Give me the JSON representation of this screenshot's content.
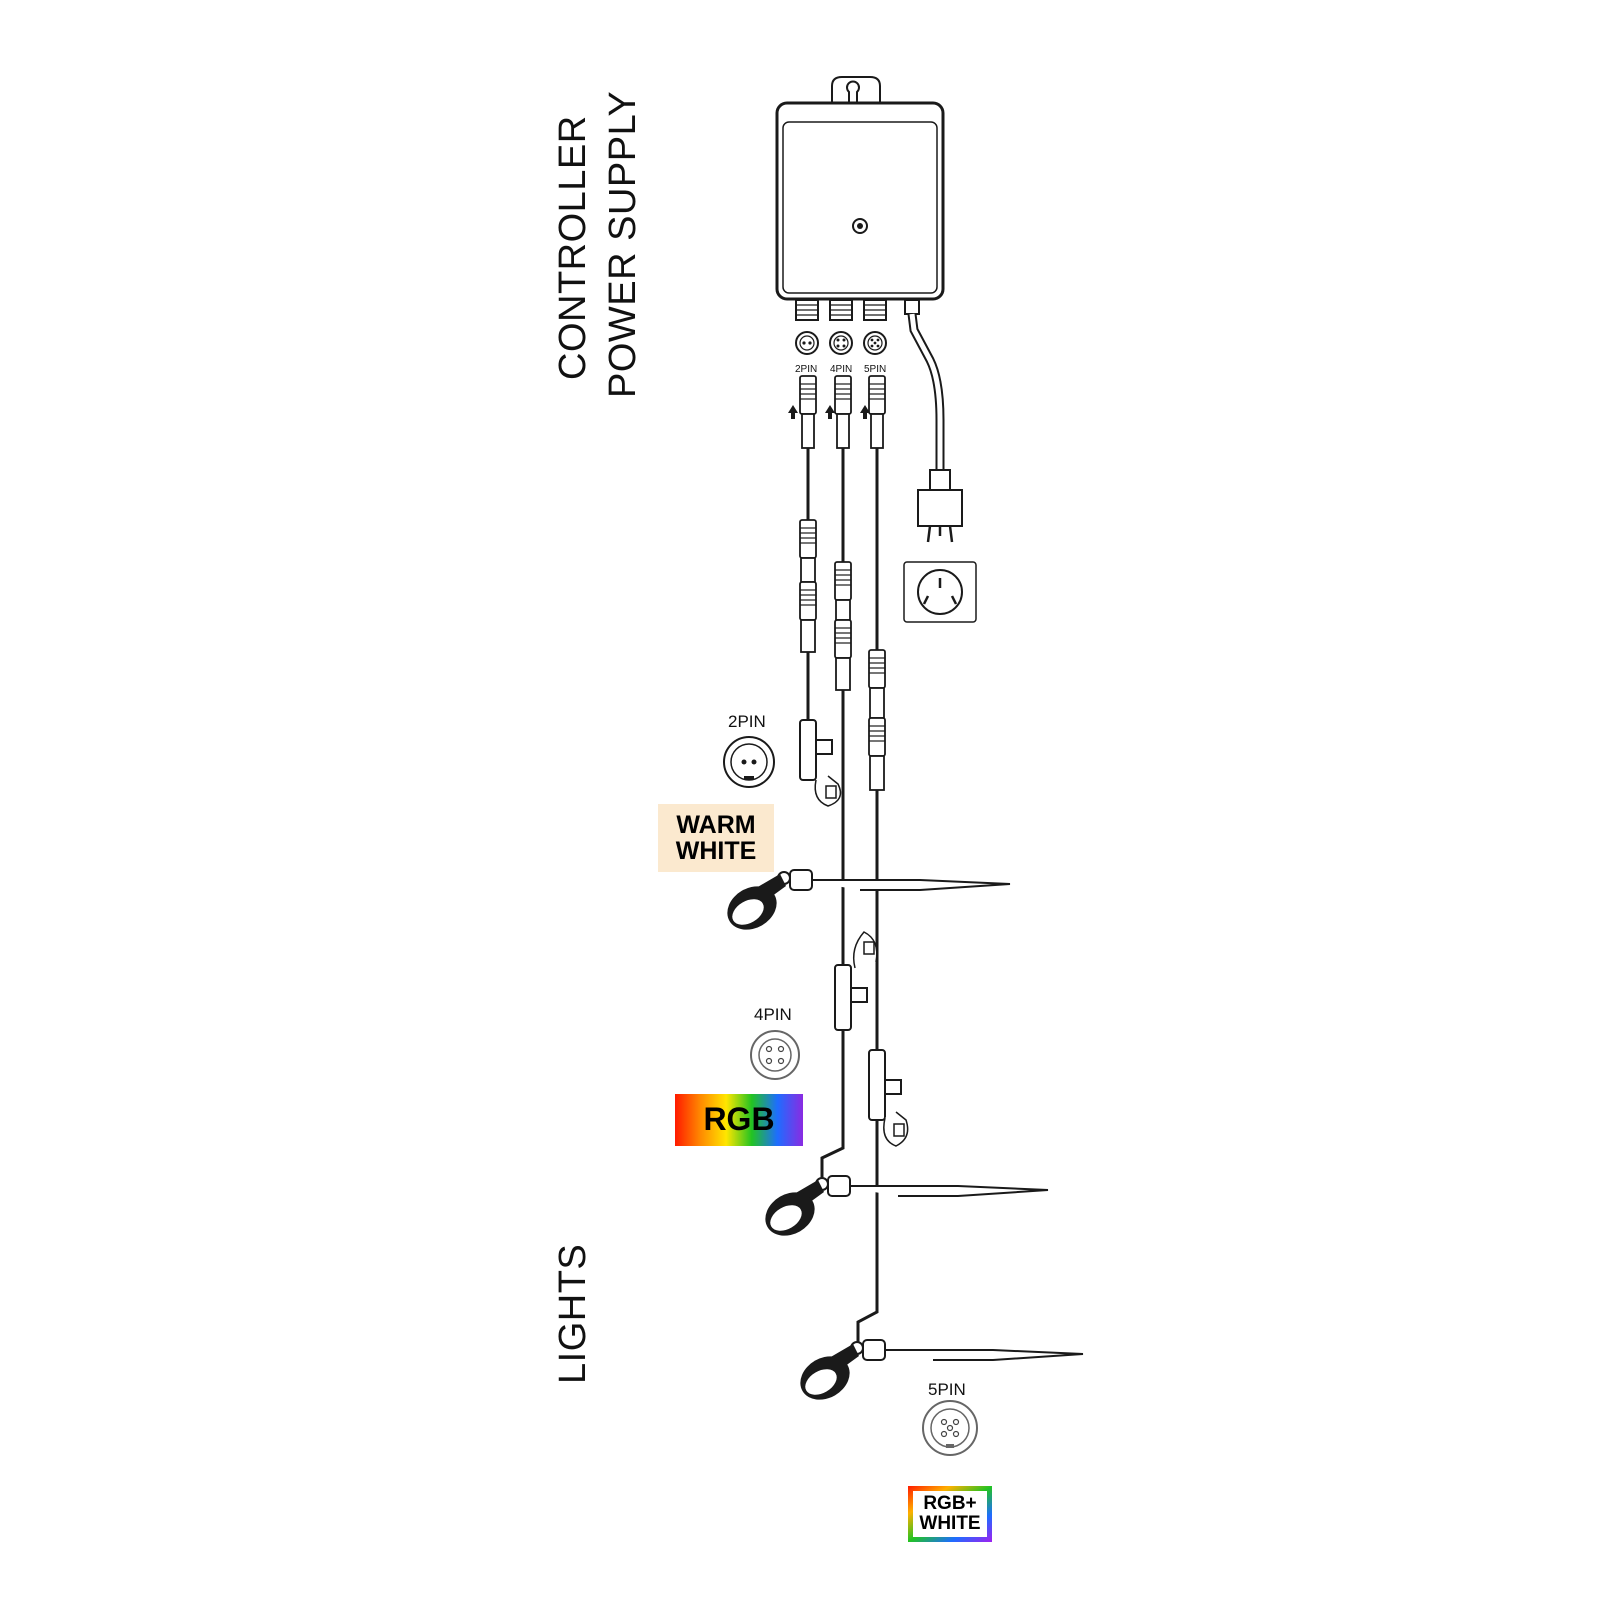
{
  "labels": {
    "controller_line1": "CONTROLLER",
    "controller_line2": "POWER SUPPLY",
    "lights": "LIGHTS"
  },
  "controller_ports": [
    "2PIN",
    "4PIN",
    "5PIN"
  ],
  "legend": [
    {
      "pin": "2PIN",
      "line1": "WARM",
      "line2": "WHITE",
      "color": "#fbe9cf"
    },
    {
      "pin": "4PIN",
      "line1": "RGB",
      "line2": ""
    },
    {
      "pin": "5PIN",
      "line1": "RGB+",
      "line2": "WHITE"
    }
  ],
  "colors": {
    "stroke": "#1a1a1a",
    "warm_white_bg": "#fbe9cf",
    "rainbow": [
      "#ff1a00",
      "#ff8a00",
      "#ffe600",
      "#22c322",
      "#1e6dff",
      "#8a2be2"
    ]
  },
  "icons": [
    "controller-box-icon",
    "power-plug-icon",
    "wall-socket-icon",
    "spotlight-icon",
    "connector-icon",
    "arrow-up-icon"
  ]
}
